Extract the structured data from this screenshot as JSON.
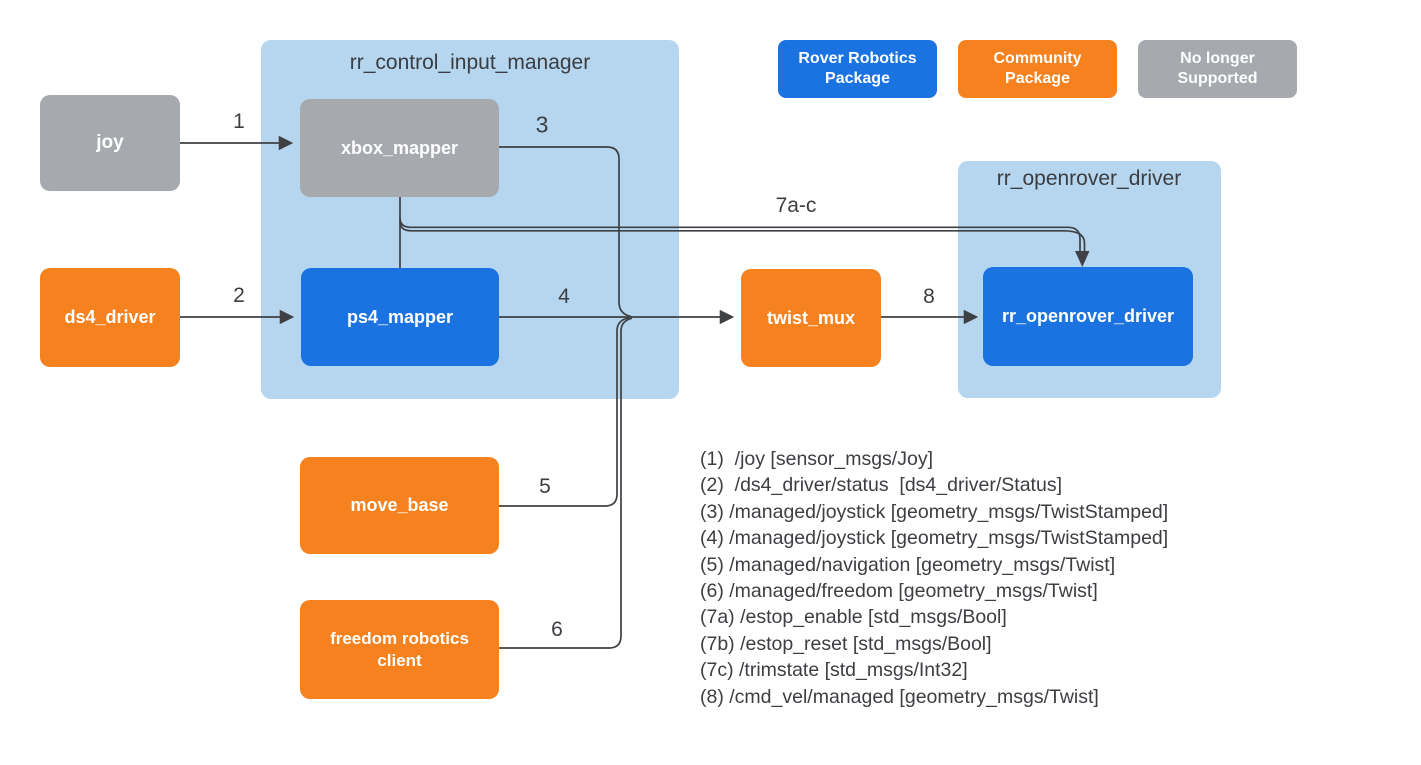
{
  "containers": {
    "control_input_manager": {
      "title": "rr_control_input_manager"
    },
    "openrover_driver": {
      "title": "rr_openrover_driver"
    }
  },
  "nodes": {
    "joy": {
      "label": "joy",
      "type": "no-longer-supported"
    },
    "ds4_driver": {
      "label": "ds4_driver",
      "type": "community"
    },
    "xbox_mapper": {
      "label": "xbox_mapper",
      "type": "no-longer-supported"
    },
    "ps4_mapper": {
      "label": "ps4_mapper",
      "type": "rover-robotics"
    },
    "move_base": {
      "label": "move_base",
      "type": "community"
    },
    "freedom_robotics_client": {
      "label": "freedom robotics client",
      "type": "community"
    },
    "twist_mux": {
      "label": "twist_mux",
      "type": "community"
    },
    "rr_openrover_driver_node": {
      "label": "rr_openrover_driver",
      "type": "rover-robotics"
    }
  },
  "legend": [
    {
      "label": "Rover Robotics Package",
      "color": "#1A73E0"
    },
    {
      "label": "Community Package",
      "color": "#F5821F"
    },
    {
      "label": "No longer Supported",
      "color": "#A6A9AE"
    }
  ],
  "edge_labels": {
    "e1": "1",
    "e2": "2",
    "e3": "3",
    "e4": "4",
    "e5": "5",
    "e6": "6",
    "e7": "7a-c",
    "e8": "8"
  },
  "topics": [
    "(1)  /joy [sensor_msgs/Joy]",
    "(2)  /ds4_driver/status  [ds4_driver/Status]",
    "(3) /managed/joystick [geometry_msgs/TwistStamped]",
    "(4) /managed/joystick [geometry_msgs/TwistStamped]",
    "(5) /managed/navigation [geometry_msgs/Twist]",
    "(6) /managed/freedom [geometry_msgs/Twist]",
    "(7a) /estop_enable [std_msgs/Bool]",
    "(7b) /estop_reset [std_msgs/Bool]",
    "(7c) /trimstate [std_msgs/Int32]",
    "(8) /cmd_vel/managed [geometry_msgs/Twist]"
  ],
  "colors": {
    "rover_robotics_blue": "#1A73E0",
    "community_orange": "#F5821F",
    "unsupported_gray": "#A6A9AE",
    "container_light_blue": "#B5D6EE",
    "edge_dark": "#3F4044",
    "text_dark": "#3C3E42",
    "background": "#FFFFFF"
  }
}
